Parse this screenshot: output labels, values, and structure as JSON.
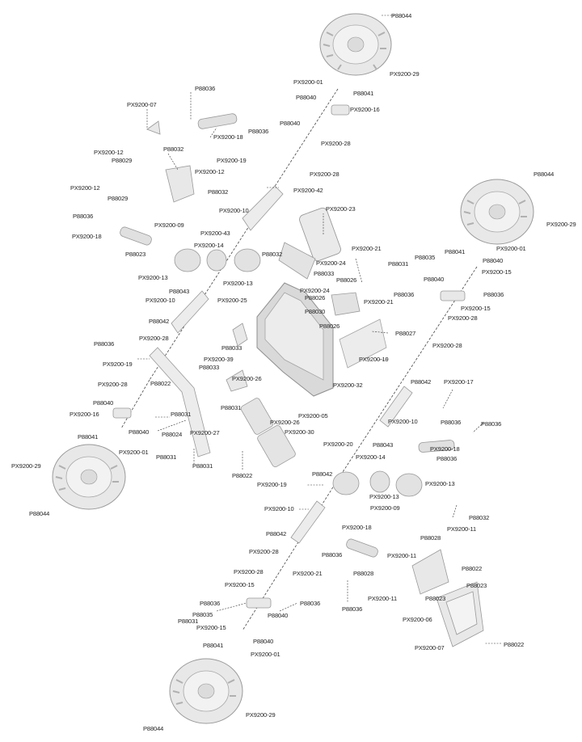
{
  "diagram": {
    "line_color": "#333333",
    "part_fill": "#e6e6e6",
    "part_stroke": "#9a9a9a",
    "labels": {
      "P88044_a": "P88044",
      "PX9200_29_a": "PX9200-29",
      "PX9200_01_a": "PX9200-01",
      "P88041_a": "P88041",
      "P88040_a": "P88040",
      "PX9200_16_a": "PX9200-16",
      "P88036_a": "P88036",
      "PX9200_07_a": "PX9200-07",
      "P88040_b": "P88040",
      "PX9200_18_a": "PX9200-18",
      "P88036_b": "P88036",
      "PX9200_28_a": "PX9200-28",
      "PX9200_12_a": "PX9200-12",
      "P88032_a": "P88032",
      "P88029_a": "P88029",
      "PX9200_19_a": "PX9200-19",
      "PX9200_12_b": "PX9200-12",
      "PX9200_28_b": "PX9200-28",
      "P88044_b": "P88044",
      "PX9200_12_c": "PX9200-12",
      "PX9200_42_a": "PX9200-42",
      "P88029_b": "P88029",
      "P88032_b": "P88032",
      "PX9200_10_a": "PX9200-10",
      "PX9200_23_a": "PX9200-23",
      "P88036_c": "P88036",
      "PX9200_09_a": "PX9200-09",
      "PX9200_29_b": "PX9200-29",
      "PX9200_43_a": "PX9200-43",
      "PX9200_18_b": "PX9200-18",
      "PX9200_14_a": "PX9200-14",
      "PX9200_21_a": "PX9200-21",
      "P88041_b": "P88041",
      "PX9200_01_b": "PX9200-01",
      "P88023_a": "P88023",
      "P88032_c": "P88032",
      "P88035_a": "P88035",
      "P88040_c": "P88040",
      "PX9200_24_a": "PX9200-24",
      "P88031_a": "P88031",
      "PX9200_15_a": "PX9200-15",
      "PX9200_13_a": "PX9200-13",
      "PX9200_13_b": "PX9200-13",
      "P88033_a": "P88033",
      "P88026_a": "P88026",
      "P88040_d": "P88040",
      "P88043_a": "P88043",
      "PX9200_24_b": "PX9200-24",
      "P88026_b": "P88026",
      "PX9200_21_b": "PX9200-21",
      "P88036_d": "P88036",
      "P88036_e": "P88036",
      "PX9200_10_b": "PX9200-10",
      "PX9200_25_a": "PX9200-25",
      "P88030_a": "P88030",
      "PX9200_15_b": "PX9200-15",
      "P88042_a": "P88042",
      "P88026_c": "P88026",
      "PX9200_28_c": "PX9200-28",
      "P88027_a": "P88027",
      "P88036_f": "P88036",
      "PX9200_28_d": "PX9200-28",
      "P88033_b": "P88033",
      "PX9200_28_e": "PX9200-28",
      "PX9200_19_b": "PX9200-19",
      "PX9200_39_a": "PX9200-39",
      "P88033_c": "P88033",
      "PX9200_19_c": "PX9200-19",
      "PX9200_26_a": "PX9200-26",
      "P88022_a": "P88022",
      "PX9200_28_f": "PX9200-28",
      "PX9200_32_a": "PX9200-32",
      "P88042_b": "P88042",
      "PX9200_17_a": "PX9200-17",
      "P88040_e": "P88040",
      "P88031_b": "P88031",
      "PX9200_05_a": "PX9200-05",
      "PX9200_16_b": "PX9200-16",
      "P88031_c": "P88031",
      "PX9200_26_b": "PX9200-26",
      "P88040_f": "P88040",
      "PX9200_10_c": "PX9200-10",
      "P88036_g": "P88036",
      "P88036_h": "P88036",
      "P88024_a": "P88024",
      "PX9200_30_a": "PX9200-30",
      "PX9200_27_a": "PX9200-27",
      "P88041_c": "P88041",
      "PX9200_20_a": "PX9200-20",
      "P88043_b": "P88043",
      "PX9200_18_c": "PX9200-18",
      "PX9200_01_c": "PX9200-01",
      "P88031_d": "P88031",
      "PX9200_14_b": "PX9200-14",
      "P88036_i": "P88036",
      "PX9200_29_c": "PX9200-29",
      "P88031_e": "P88031",
      "P88022_b": "P88022",
      "P88042_c": "P88042",
      "PX9200_19_d": "PX9200-19",
      "PX9200_13_c": "PX9200-13",
      "PX9200_13_d": "PX9200-13",
      "P88044_c": "P88044",
      "PX9200_09_b": "PX9200-09",
      "P88032_d": "P88032",
      "PX9200_10_d": "PX9200-10",
      "P88042_d": "P88042",
      "PX9200_18_d": "PX9200-18",
      "P88028_a": "P88028",
      "PX9200_11_a": "PX9200-11",
      "PX9200_28_g": "PX9200-28",
      "P88036_j": "P88036",
      "PX9200_11_b": "PX9200-11",
      "P88022_c": "P88022",
      "PX9200_28_h": "PX9200-28",
      "PX9200_21_c": "PX9200-21",
      "P88028_b": "P88028",
      "P88023_b": "P88023",
      "PX9200_15_c": "PX9200-15",
      "PX9200_11_c": "PX9200-11",
      "P88023_c": "P88023",
      "P88036_k": "P88036",
      "P88036_l": "P88036",
      "P88036_m": "P88036",
      "P88035_b": "P88035",
      "P88040_g": "P88040",
      "PX9200_06_a": "PX9200-06",
      "P88031_f": "P88031",
      "PX9200_15_d": "PX9200-15",
      "P88040_h": "P88040",
      "PX9200_07_b": "PX9200-07",
      "P88022_d": "P88022",
      "P88041_d": "P88041",
      "PX9200_01_d": "PX9200-01",
      "PX9200_29_d": "PX9200-29",
      "P88044_d": "P88044"
    }
  }
}
